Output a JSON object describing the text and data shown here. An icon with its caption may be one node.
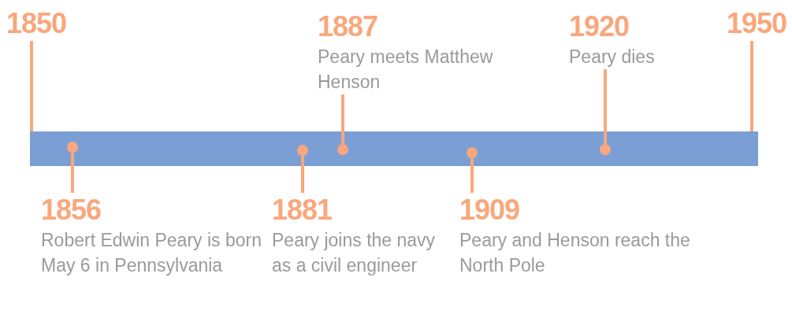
{
  "diagram": {
    "nodes": [
      {
        "text": [],
        "shape": "bar"
      },
      {
        "text": [
          "1850"
        ]
      },
      {
        "text": [
          "1887",
          "Peary meets Matthew Henson"
        ]
      },
      {
        "text": [
          "1920",
          "Peary dies"
        ]
      },
      {
        "text": [
          "1950"
        ]
      },
      {
        "text": [
          "1856",
          "Robert Edwin Peary is born May 6 in Pennsylvania"
        ]
      },
      {
        "text": [
          "1881",
          "Peary joins the navy as a civil engineer"
        ]
      },
      {
        "text": [
          "1909",
          "Peary and Henson reach the North Pole"
        ]
      },
      {
        "text": [],
        "shape": "circle",
        "in": 0
      },
      {
        "text": [],
        "shape": "circle",
        "in": 0
      },
      {
        "text": [],
        "shape": "circle",
        "in": 0
      },
      {
        "text": [],
        "shape": "circle",
        "in": 0
      },
      {
        "text": [],
        "shape": "circle",
        "in": 0
      }
    ],
    "edges": [
      {
        "from": 1,
        "to": 0,
        "arrow": "none"
      },
      {
        "from": 2,
        "to": 10,
        "arrow": "none"
      },
      {
        "from": 3,
        "to": 12,
        "arrow": "none"
      },
      {
        "from": 4,
        "to": 0,
        "arrow": "none"
      },
      {
        "from": 5,
        "to": 8,
        "arrow": "none"
      },
      {
        "from": 6,
        "to": 9,
        "arrow": "none"
      },
      {
        "from": 7,
        "to": 11,
        "arrow": "none"
      }
    ]
  }
}
